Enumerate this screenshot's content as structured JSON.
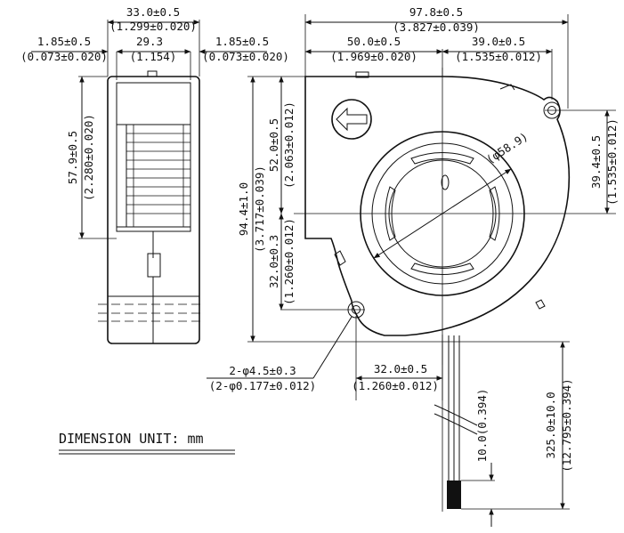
{
  "diagram": {
    "unit_note": "DIMENSION UNIT: mm",
    "side_view": {
      "overall_width": "33.0±0.5",
      "overall_width_in": "(1.299±0.020)",
      "left_margin": "1.85±0.5",
      "left_margin_in": "(0.073±0.020)",
      "inner_width": "29.3",
      "inner_width_in": "(1.154)",
      "right_margin": "1.85±0.5",
      "right_margin_in": "(0.073±0.020)",
      "opening_height": "57.9±0.5",
      "opening_height_in": "(2.280±0.020)"
    },
    "front_view": {
      "overall_width": "97.8±0.5",
      "overall_width_in": "(3.827±0.039)",
      "left_to_center": "50.0±0.5",
      "left_to_center_in": "(1.969±0.020)",
      "center_to_hole": "39.0±0.5",
      "center_to_hole_in": "(1.535±0.012)",
      "overall_height": "94.4±1.0",
      "overall_height_in": "(3.717±0.039)",
      "top_to_center": "52.0±0.5",
      "top_to_center_in": "(2.063±0.012)",
      "center_to_bottom_hole": "32.0±0.3",
      "center_to_bottom_hole_in": "(1.260±0.012)",
      "hole_to_center": "39.4±0.5",
      "hole_to_center_in": "(1.535±0.012)",
      "impeller_diameter": "(φ58.9)",
      "hole_spec": "2-φ4.5±0.3",
      "hole_spec_in": "(2-φ0.177±0.012)",
      "hole_to_wire": "32.0±0.5",
      "hole_to_wire_in": "(1.260±0.012)",
      "lead_length": "325.0±10.0",
      "lead_length_in": "(12.795±0.394)",
      "strip_length": "10.0(0.394)"
    }
  }
}
